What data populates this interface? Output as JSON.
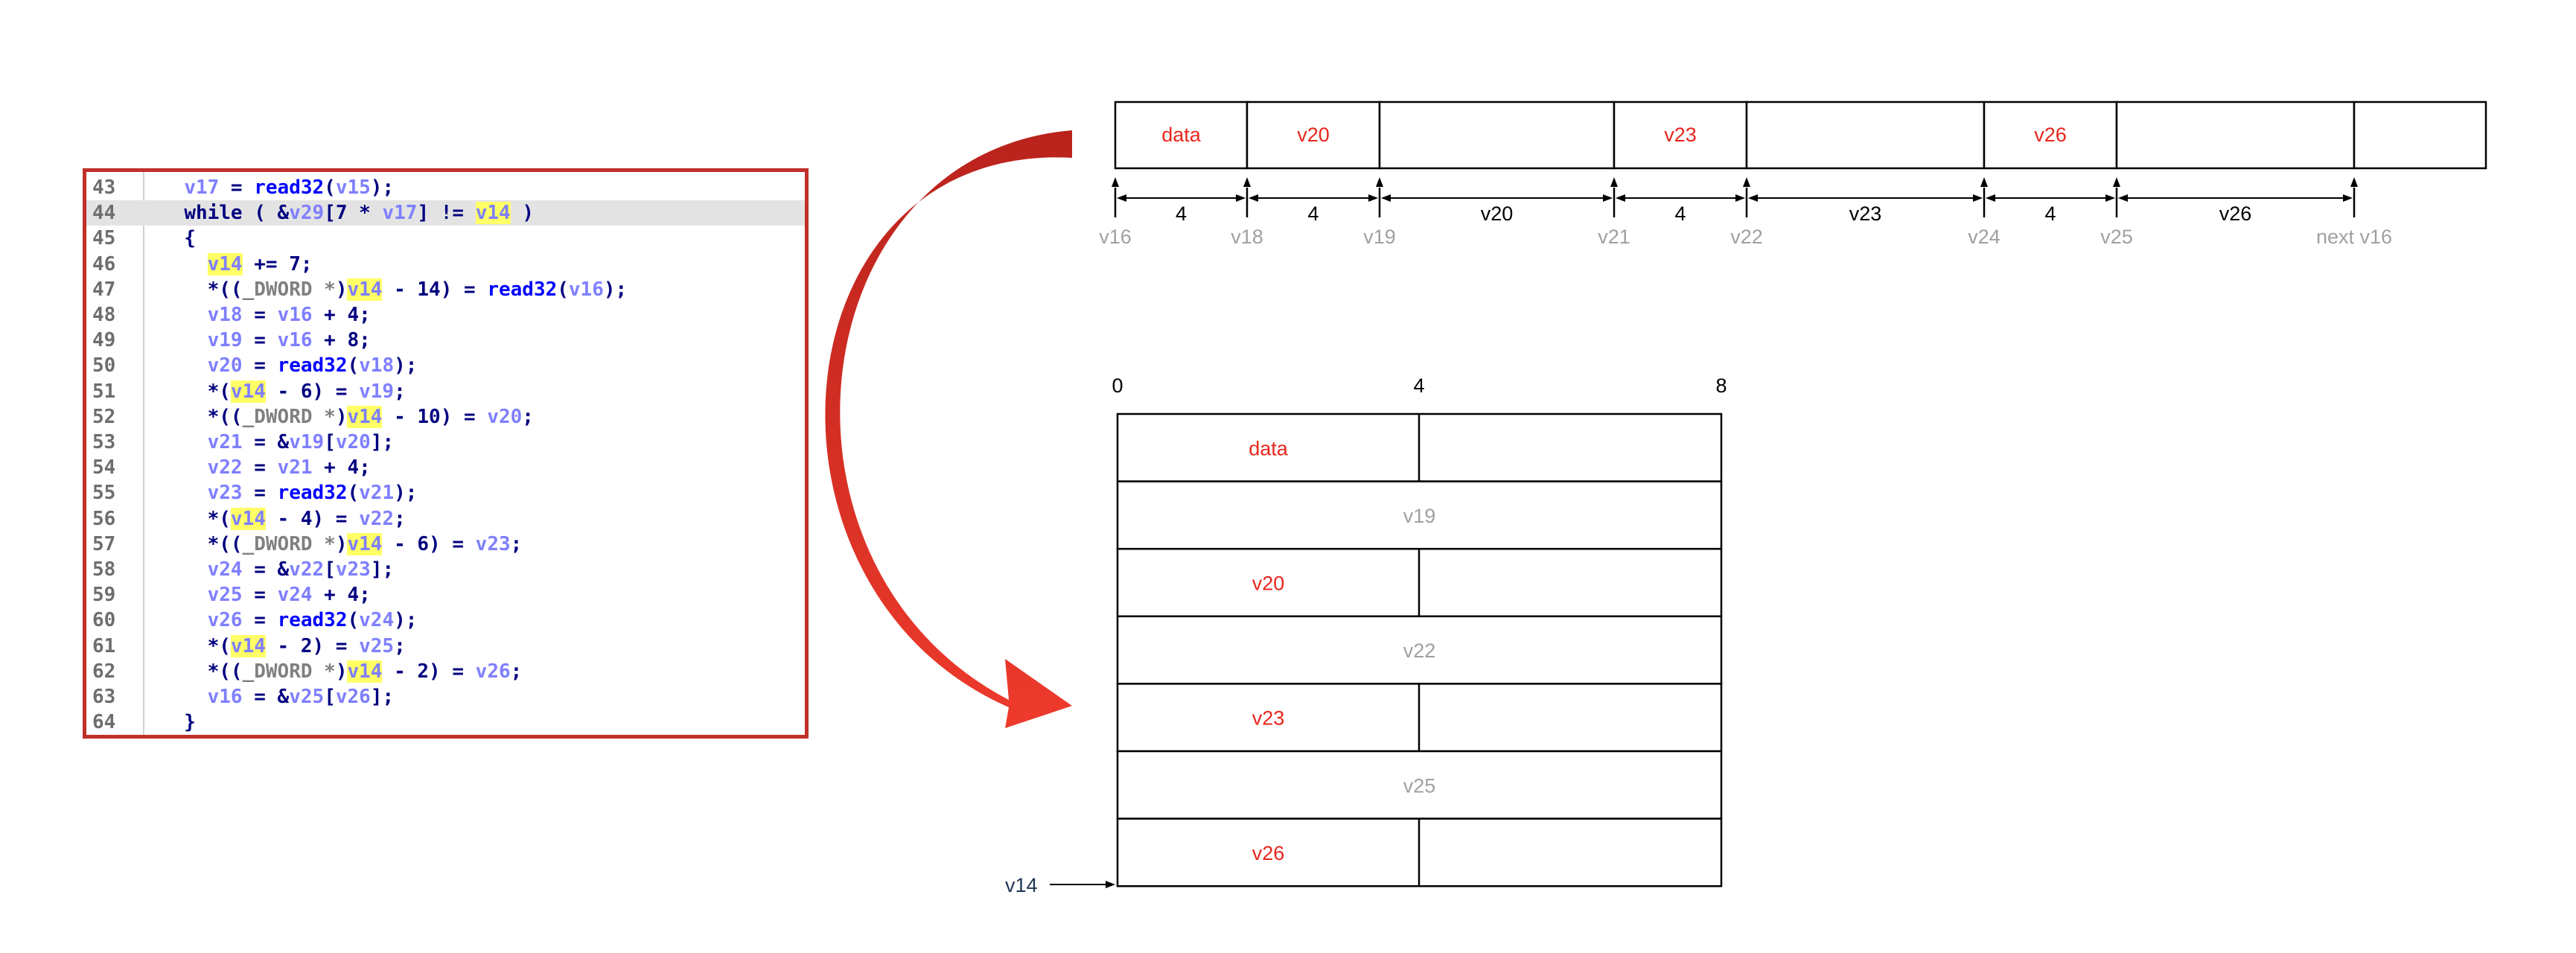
{
  "code": {
    "lines": [
      {
        "n": "43",
        "tokens": [
          [
            "  ",
            "p"
          ],
          [
            "v17",
            "v"
          ],
          [
            " = ",
            "p"
          ],
          [
            "read32",
            "fn"
          ],
          [
            "(",
            "p"
          ],
          [
            "v15",
            "v"
          ],
          [
            ");",
            "p"
          ]
        ]
      },
      {
        "n": "44",
        "hl": true,
        "tokens": [
          [
            "  ",
            "p"
          ],
          [
            "while",
            "kw"
          ],
          [
            " ( &",
            "p"
          ],
          [
            "v29",
            "v"
          ],
          [
            "[7 * ",
            "p"
          ],
          [
            "v17",
            "v"
          ],
          [
            "] != ",
            "p"
          ],
          [
            "v14",
            "y"
          ],
          [
            " )",
            "p"
          ]
        ]
      },
      {
        "n": "45",
        "tokens": [
          [
            "  {",
            "p"
          ]
        ]
      },
      {
        "n": "46",
        "tokens": [
          [
            "    ",
            "p"
          ],
          [
            "v14",
            "y"
          ],
          [
            " += 7;",
            "p"
          ]
        ]
      },
      {
        "n": "47",
        "tokens": [
          [
            "    *((",
            "p"
          ],
          [
            "_DWORD *",
            "cast"
          ],
          [
            ")",
            "p"
          ],
          [
            "v14",
            "y"
          ],
          [
            " - 14) = ",
            "p"
          ],
          [
            "read32",
            "fn"
          ],
          [
            "(",
            "p"
          ],
          [
            "v16",
            "v"
          ],
          [
            ");",
            "p"
          ]
        ]
      },
      {
        "n": "48",
        "tokens": [
          [
            "    ",
            "p"
          ],
          [
            "v18",
            "v"
          ],
          [
            " = ",
            "p"
          ],
          [
            "v16",
            "v"
          ],
          [
            " + 4;",
            "p"
          ]
        ]
      },
      {
        "n": "49",
        "tokens": [
          [
            "    ",
            "p"
          ],
          [
            "v19",
            "v"
          ],
          [
            " = ",
            "p"
          ],
          [
            "v16",
            "v"
          ],
          [
            " + 8;",
            "p"
          ]
        ]
      },
      {
        "n": "50",
        "tokens": [
          [
            "    ",
            "p"
          ],
          [
            "v20",
            "v"
          ],
          [
            " = ",
            "p"
          ],
          [
            "read32",
            "fn"
          ],
          [
            "(",
            "p"
          ],
          [
            "v18",
            "v"
          ],
          [
            ");",
            "p"
          ]
        ]
      },
      {
        "n": "51",
        "tokens": [
          [
            "    *(",
            "p"
          ],
          [
            "v14",
            "y"
          ],
          [
            " - 6) = ",
            "p"
          ],
          [
            "v19",
            "v"
          ],
          [
            ";",
            "p"
          ]
        ]
      },
      {
        "n": "52",
        "tokens": [
          [
            "    *((",
            "p"
          ],
          [
            "_DWORD *",
            "cast"
          ],
          [
            ")",
            "p"
          ],
          [
            "v14",
            "y"
          ],
          [
            " - 10) = ",
            "p"
          ],
          [
            "v20",
            "v"
          ],
          [
            ";",
            "p"
          ]
        ]
      },
      {
        "n": "53",
        "tokens": [
          [
            "    ",
            "p"
          ],
          [
            "v21",
            "v"
          ],
          [
            " = &",
            "p"
          ],
          [
            "v19",
            "v"
          ],
          [
            "[",
            "p"
          ],
          [
            "v20",
            "v"
          ],
          [
            "];",
            "p"
          ]
        ]
      },
      {
        "n": "54",
        "tokens": [
          [
            "    ",
            "p"
          ],
          [
            "v22",
            "v"
          ],
          [
            " = ",
            "p"
          ],
          [
            "v21",
            "v"
          ],
          [
            " + 4;",
            "p"
          ]
        ]
      },
      {
        "n": "55",
        "tokens": [
          [
            "    ",
            "p"
          ],
          [
            "v23",
            "v"
          ],
          [
            " = ",
            "p"
          ],
          [
            "read32",
            "fn"
          ],
          [
            "(",
            "p"
          ],
          [
            "v21",
            "v"
          ],
          [
            ");",
            "p"
          ]
        ]
      },
      {
        "n": "56",
        "tokens": [
          [
            "    *(",
            "p"
          ],
          [
            "v14",
            "y"
          ],
          [
            " - 4) = ",
            "p"
          ],
          [
            "v22",
            "v"
          ],
          [
            ";",
            "p"
          ]
        ]
      },
      {
        "n": "57",
        "tokens": [
          [
            "    *((",
            "p"
          ],
          [
            "_DWORD *",
            "cast"
          ],
          [
            ")",
            "p"
          ],
          [
            "v14",
            "y"
          ],
          [
            " - 6) = ",
            "p"
          ],
          [
            "v23",
            "v"
          ],
          [
            ";",
            "p"
          ]
        ]
      },
      {
        "n": "58",
        "tokens": [
          [
            "    ",
            "p"
          ],
          [
            "v24",
            "v"
          ],
          [
            " = &",
            "p"
          ],
          [
            "v22",
            "v"
          ],
          [
            "[",
            "p"
          ],
          [
            "v23",
            "v"
          ],
          [
            "];",
            "p"
          ]
        ]
      },
      {
        "n": "59",
        "tokens": [
          [
            "    ",
            "p"
          ],
          [
            "v25",
            "v"
          ],
          [
            " = ",
            "p"
          ],
          [
            "v24",
            "v"
          ],
          [
            " + 4;",
            "p"
          ]
        ]
      },
      {
        "n": "60",
        "tokens": [
          [
            "    ",
            "p"
          ],
          [
            "v26",
            "v"
          ],
          [
            " = ",
            "p"
          ],
          [
            "read32",
            "fn"
          ],
          [
            "(",
            "p"
          ],
          [
            "v24",
            "v"
          ],
          [
            ");",
            "p"
          ]
        ]
      },
      {
        "n": "61",
        "tokens": [
          [
            "    *(",
            "p"
          ],
          [
            "v14",
            "y"
          ],
          [
            " - 2) = ",
            "p"
          ],
          [
            "v25",
            "v"
          ],
          [
            ";",
            "p"
          ]
        ]
      },
      {
        "n": "62",
        "tokens": [
          [
            "    *((",
            "p"
          ],
          [
            "_DWORD *",
            "cast"
          ],
          [
            ")",
            "p"
          ],
          [
            "v14",
            "y"
          ],
          [
            " - 2) = ",
            "p"
          ],
          [
            "v26",
            "v"
          ],
          [
            ";",
            "p"
          ]
        ]
      },
      {
        "n": "63",
        "tokens": [
          [
            "    ",
            "p"
          ],
          [
            "v16",
            "v"
          ],
          [
            " = &",
            "p"
          ],
          [
            "v25",
            "v"
          ],
          [
            "[",
            "p"
          ],
          [
            "v26",
            "v"
          ],
          [
            "];",
            "p"
          ]
        ]
      },
      {
        "n": "64",
        "tokens": [
          [
            "  }",
            "p"
          ]
        ]
      }
    ]
  },
  "memory_layout": {
    "cells": [
      {
        "label": "data",
        "color": "red"
      },
      {
        "label": "v20",
        "color": "red"
      },
      {
        "label": "",
        "color": "none"
      },
      {
        "label": "v23",
        "color": "red"
      },
      {
        "label": "",
        "color": "none"
      },
      {
        "label": "v26",
        "color": "red"
      },
      {
        "label": "",
        "color": "none"
      },
      {
        "label": "",
        "color": "none"
      }
    ],
    "sizes": [
      "4",
      "4",
      "v20",
      "4",
      "v23",
      "4",
      "v26"
    ],
    "pointers": [
      "v16",
      "v18",
      "v19",
      "v21",
      "v22",
      "v24",
      "v25",
      "next v16"
    ]
  },
  "struct_layout": {
    "offsets": [
      "0",
      "4",
      "8"
    ],
    "rows": [
      {
        "left": "data",
        "right": "",
        "full": false
      },
      {
        "label": "v19",
        "full": true
      },
      {
        "left": "v20",
        "right": "",
        "full": false
      },
      {
        "label": "v22",
        "full": true
      },
      {
        "left": "v23",
        "right": "",
        "full": false
      },
      {
        "label": "v25",
        "full": true
      },
      {
        "left": "v26",
        "right": "",
        "full": false
      }
    ],
    "pointer_label": "v14"
  },
  "colors": {
    "red_text": "#e8261c",
    "gray_text": "#a0a0a0",
    "arrow_dark": "#b9231c",
    "arrow_light": "#ee3a2c",
    "code_border": "#c0302a",
    "pointer_label": "#1f3552"
  }
}
